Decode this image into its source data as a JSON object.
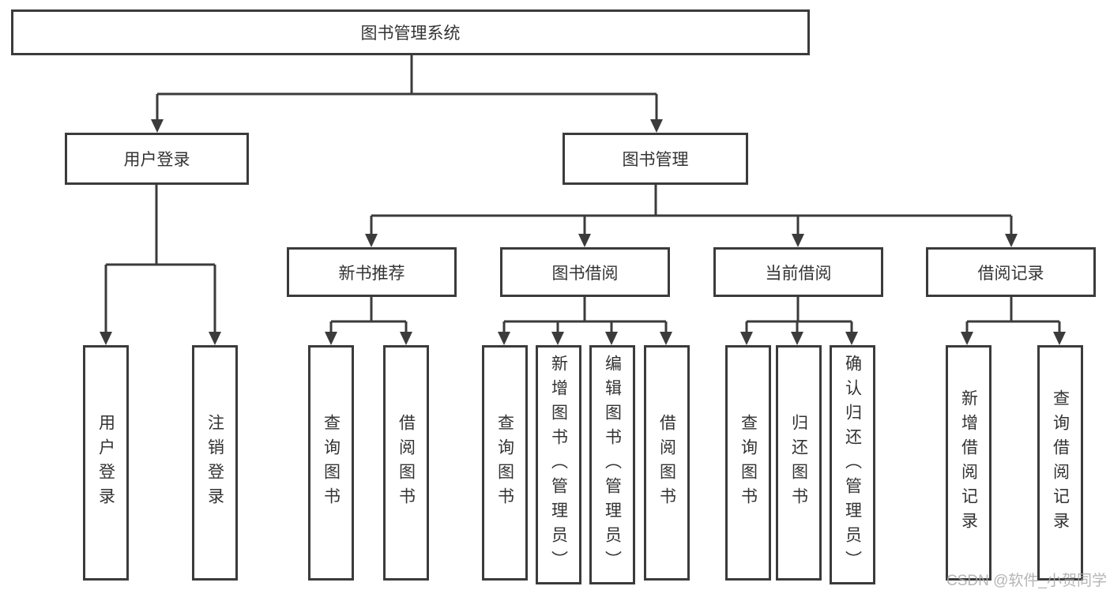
{
  "diagram": {
    "tree": {
      "root": {
        "label": "图书管理系统"
      },
      "branches": [
        {
          "label": "用户登录",
          "children": [
            {
              "label": "用户登录"
            },
            {
              "label": "注销登录"
            }
          ]
        },
        {
          "label": "图书管理",
          "groups": [
            {
              "label": "新书推荐",
              "children": [
                {
                  "label": "查询图书"
                },
                {
                  "label": "借阅图书"
                }
              ]
            },
            {
              "label": "图书借阅",
              "children": [
                {
                  "label": "查询图书"
                },
                {
                  "label": "新增图书（管理员）"
                },
                {
                  "label": "编辑图书（管理员）"
                },
                {
                  "label": "借阅图书"
                }
              ]
            },
            {
              "label": "当前借阅",
              "children": [
                {
                  "label": "查询图书"
                },
                {
                  "label": "归还图书"
                },
                {
                  "label": "确认归还（管理员）"
                }
              ]
            },
            {
              "label": "借阅记录",
              "children": [
                {
                  "label": "新增借阅记录"
                },
                {
                  "label": "查询借阅记录"
                }
              ]
            }
          ]
        }
      ]
    },
    "watermark": "CSDN @软件_小贺同学"
  },
  "colors": {
    "line": "#3b3b3b",
    "node-text": "#333333",
    "watermark-color": "#a9a9a9",
    "background": "#ffffff"
  }
}
